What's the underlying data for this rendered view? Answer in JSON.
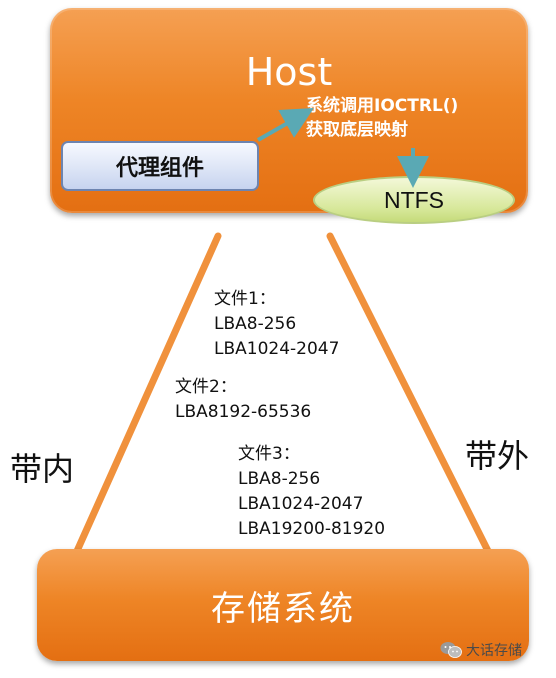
{
  "host": {
    "title": "Host",
    "syscall_line1": "系统调用IOCTRL()",
    "syscall_line2": "获取底层映射",
    "agent_label": "代理组件",
    "ntfs_label": "NTFS"
  },
  "files": [
    {
      "name": "文件1：",
      "ranges": [
        "LBA8-256",
        "LBA1024-2047"
      ]
    },
    {
      "name": "文件2：",
      "ranges": [
        "LBA8192-65536"
      ]
    },
    {
      "name": "文件3：",
      "ranges": [
        "LBA8-256",
        "LBA1024-2047",
        "LBA19200-81920"
      ]
    }
  ],
  "labels": {
    "in_band": "带内",
    "out_of_band": "带外"
  },
  "storage": {
    "title": "存储系统"
  },
  "watermark": {
    "text": "大话存储",
    "icon": "wechat-icon"
  },
  "colors": {
    "box_orange": "#ee8526",
    "line_orange": "#f0913c",
    "arrow_teal": "#5aa9b4",
    "agent_fill": "#dde5f6",
    "ntfs_fill": "#d7e89a"
  }
}
